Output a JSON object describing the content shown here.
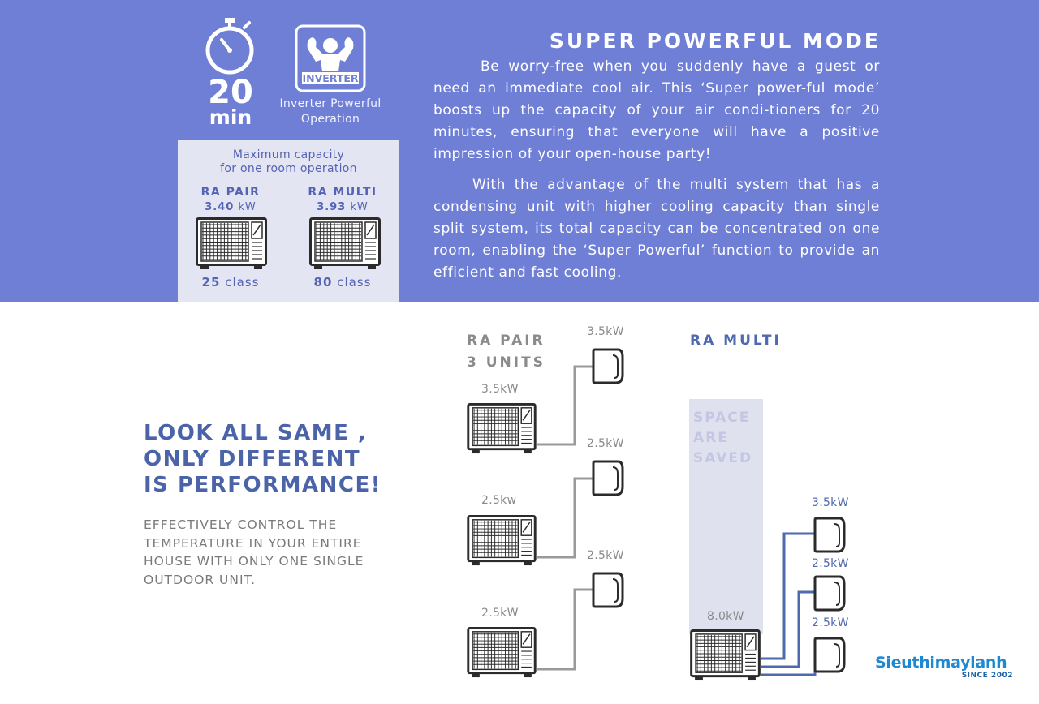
{
  "super_mode": {
    "timer_value": "20",
    "timer_unit": "min",
    "inverter_badge": "INVERTER",
    "inverter_caption": "Inverter Powerful Operation",
    "title": "SUPER POWERFUL MODE",
    "paragraph_1": "Be worry-free when you suddenly have a guest or need an immediate cool air. This ‘Super power-ful mode’ boosts up the capacity of your air condi-tioners for 20 minutes, ensuring that everyone will have a positive impression of your open-house party!",
    "paragraph_2": "With the advantage of the multi system that has a condensing unit with higher cooling capacity than single split system, its total capacity can be concentrated on one room, enabling the ‘Super Powerful’ function to provide an efficient and fast cooling."
  },
  "comparison": {
    "title_line1": "Maximum capacity",
    "title_line2": "for one room operation",
    "pair": {
      "name": "RA PAIR",
      "capacity": "3.40",
      "unit": "kW",
      "class_value": "25",
      "class_label": "class"
    },
    "multi": {
      "name": "RA MULTI",
      "capacity": "3.93",
      "unit": "kW",
      "class_value": "80",
      "class_label": "class"
    }
  },
  "look": {
    "line1": "LOOK ALL SAME ,",
    "line2": "ONLY DIFFERENT",
    "line3": "IS PERFORMANCE!",
    "sub1": "EFFECTIVELY CONTROL THE",
    "sub2": "TEMPERATURE IN YOUR ENTIRE",
    "sub3": "HOUSE WITH ONLY ONE SINGLE",
    "sub4": "OUTDOOR UNIT."
  },
  "ra_pair_diagram": {
    "heading_line1": "RA PAIR",
    "heading_line2": "3 UNITS",
    "outdoor_capacities": [
      "3.5kW",
      "2.5kw",
      "2.5kW"
    ],
    "indoor_capacities": [
      "3.5kW",
      "2.5kW",
      "2.5kW"
    ]
  },
  "ra_multi_diagram": {
    "heading": "RA MULTI",
    "space_line1": "SPACE",
    "space_line2": "ARE",
    "space_line3": "SAVED",
    "outdoor_capacity": "8.0kW",
    "indoor_capacities": [
      "3.5kW",
      "2.5kW",
      "2.5kW"
    ]
  },
  "logo": {
    "name": "Sieuthimaylanh",
    "since": "SINCE 2002"
  },
  "colors": {
    "band": "#6f7fd6",
    "accent_blue": "#4e69ad",
    "gray": "#8a8a8a",
    "logo_blue": "#1e88d2"
  }
}
